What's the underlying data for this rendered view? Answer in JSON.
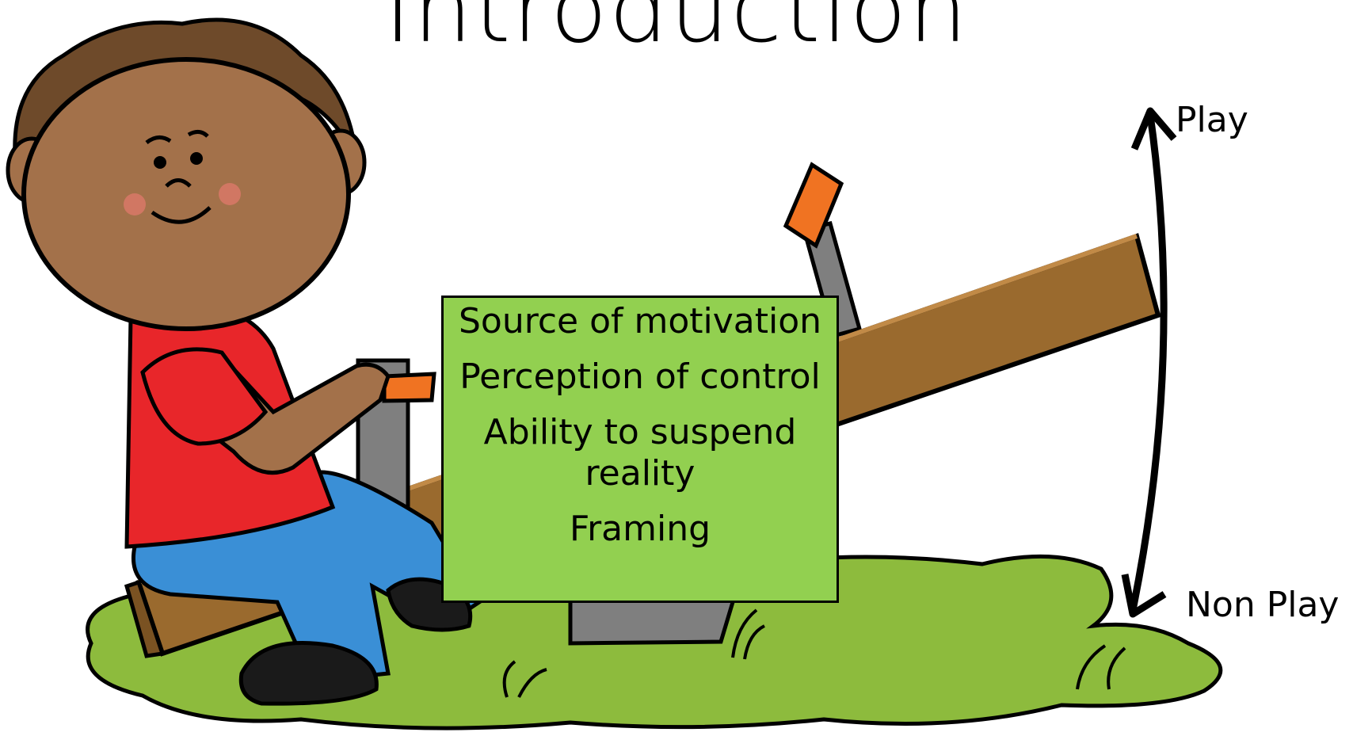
{
  "slide": {
    "title": "Introduction"
  },
  "box": {
    "items": [
      "Source of motivation",
      "Perception of control",
      "Ability to suspend reality",
      "Framing"
    ]
  },
  "scale": {
    "top_label": "Play",
    "bottom_label": "Non Play"
  },
  "colors": {
    "box_fill": "#92d050",
    "grass": "#8dbb3d",
    "plank": "#9a6a2e",
    "shirt": "#e8262a",
    "jeans": "#3a8fd6",
    "skin": "#a3714a",
    "hair": "#6e4a2a",
    "handle": "#f07322"
  }
}
